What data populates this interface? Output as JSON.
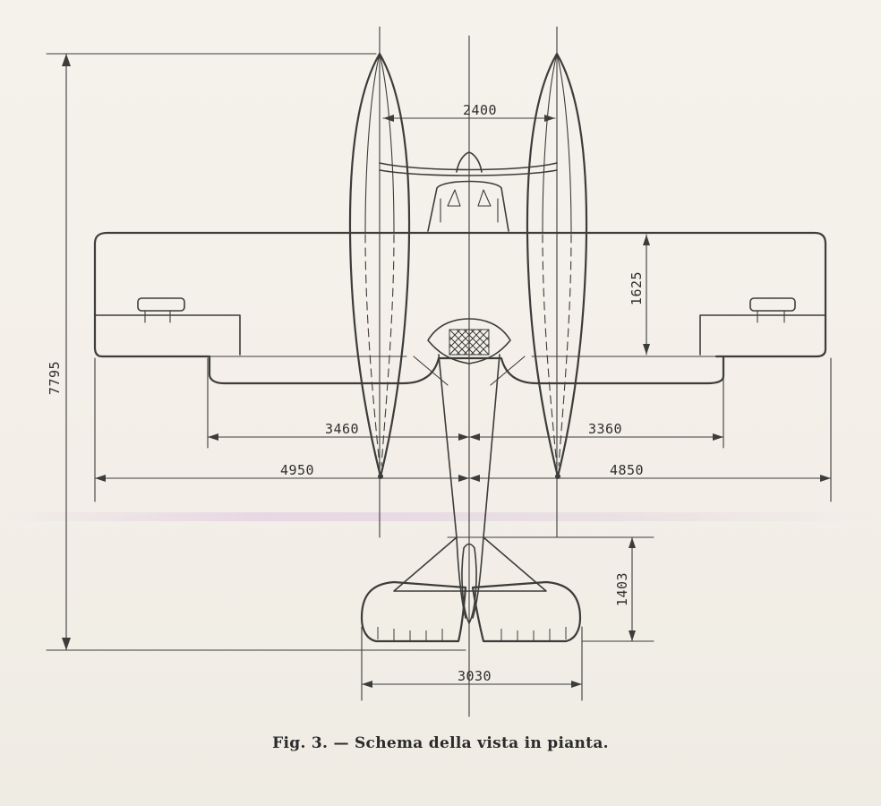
{
  "figure": {
    "caption": "Fig. 3. — Schema della vista in pianta.",
    "dimensions": {
      "total_length": "7795",
      "float_spacing": "2400",
      "wing_chord": "1625",
      "aileron_span_left": "3460",
      "aileron_span_right": "3360",
      "half_span_left": "4950",
      "half_span_right": "4850",
      "tail_length": "1403",
      "tail_span": "3030"
    }
  }
}
